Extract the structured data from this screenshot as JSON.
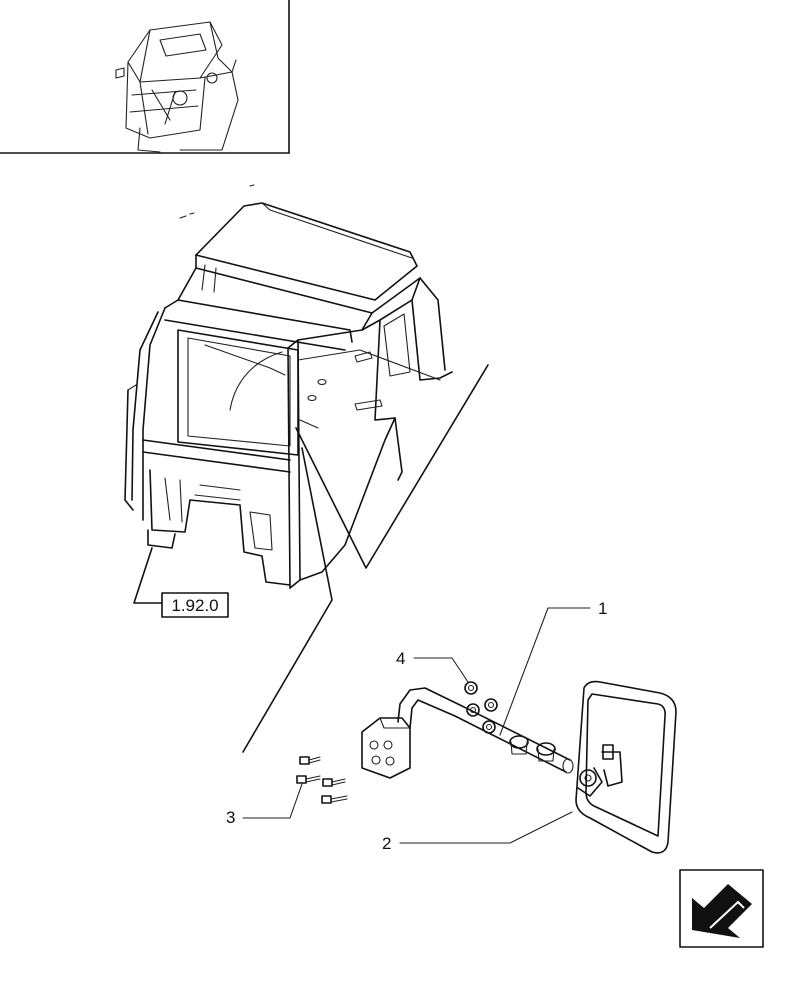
{
  "reference_box": {
    "label": "1.92.0"
  },
  "callouts": [
    {
      "id": "1",
      "label": "1"
    },
    {
      "id": "2",
      "label": "2"
    },
    {
      "id": "3",
      "label": "3"
    },
    {
      "id": "4",
      "label": "4"
    }
  ],
  "icons": {
    "thumbnail": "tractor-cab-thumbnail-icon",
    "navigation": "arrow-down-left-icon"
  }
}
